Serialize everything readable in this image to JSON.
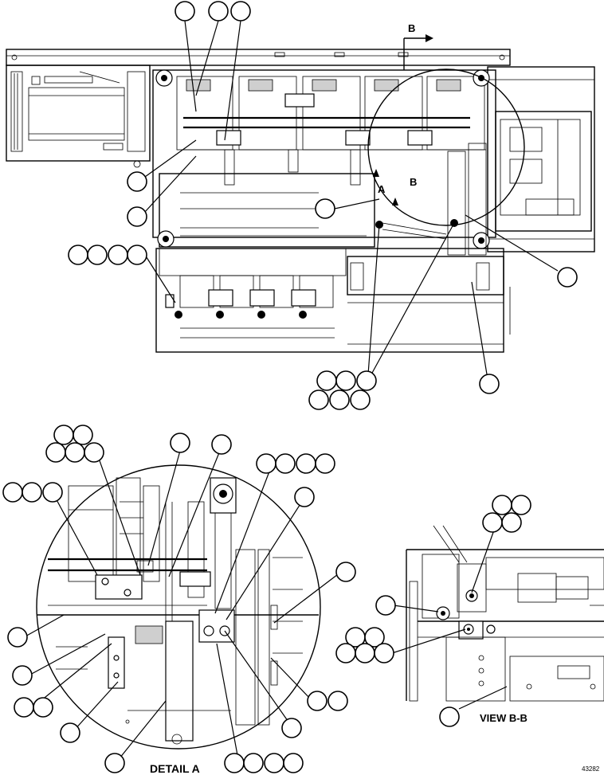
{
  "labels": {
    "section_arrow": "B",
    "section_mark": "B",
    "detail_ref": "A",
    "detail_title": "DETAIL A",
    "view_title": "VIEW B-B",
    "figure_number": "43282"
  }
}
